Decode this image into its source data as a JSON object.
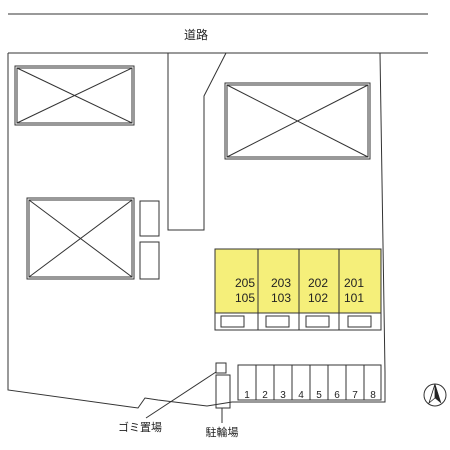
{
  "road_label": "道路",
  "garbage_label": "ゴミ置場",
  "bicycle_label": "駐輪場",
  "units": [
    {
      "upper": "205",
      "lower": "105"
    },
    {
      "upper": "203",
      "lower": "103"
    },
    {
      "upper": "202",
      "lower": "102"
    },
    {
      "upper": "201",
      "lower": "101"
    }
  ],
  "parking_numbers": [
    "1",
    "2",
    "3",
    "4",
    "5",
    "6",
    "7",
    "8"
  ],
  "north_icon": "north-arrow-icon",
  "colors": {
    "building": "#f5ef7a",
    "line": "#333333"
  }
}
